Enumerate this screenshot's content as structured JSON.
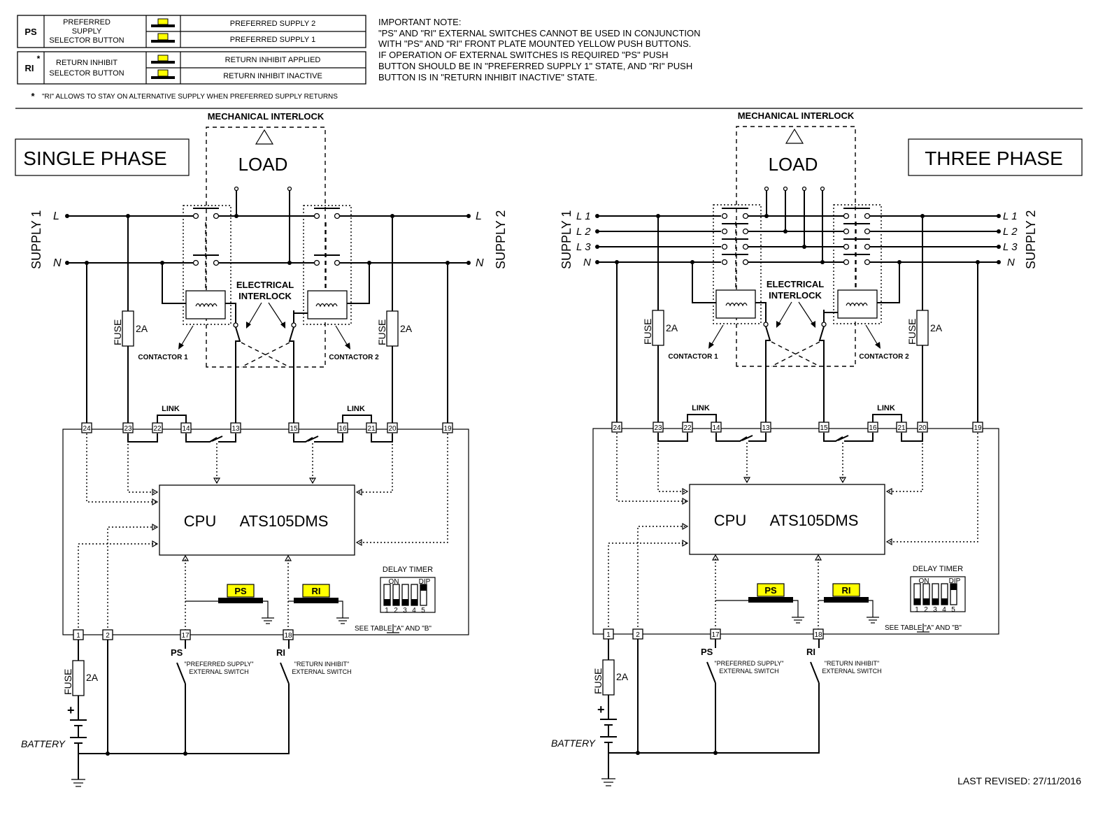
{
  "legend": {
    "ps": {
      "code": "PS",
      "label_lines": [
        "PREFERRED",
        "SUPPLY",
        "SELECTOR BUTTON"
      ],
      "state_a": "PREFERRED SUPPLY 2",
      "state_b": "PREFERRED SUPPLY 1"
    },
    "ri": {
      "code": "RI",
      "star": "*",
      "label_lines": [
        "RETURN INHIBIT",
        "SELECTOR BUTTON"
      ],
      "state_a": "RETURN INHIBIT APPLIED",
      "state_b": "RETURN INHIBIT INACTIVE"
    },
    "footnote_star": "*",
    "footnote": "\"RI\" ALLOWS TO STAY ON ALTERNATIVE SUPPLY WHEN PREFERRED SUPPLY RETURNS"
  },
  "note": {
    "title": "IMPORTANT NOTE:",
    "lines": [
      "\"PS\" AND \"RI\" EXTERNAL SWITCHES CANNOT BE USED IN CONJUNCTION",
      "WITH \"PS\" AND \"RI\" FRONT PLATE MOUNTED YELLOW PUSH BUTTONS.",
      "IF OPERATION OF EXTERNAL SWITCHES IS REQUIRED \"PS\" PUSH",
      "BUTTON SHOULD BE IN \"PREFERRED SUPPLY 1\" STATE, AND \"RI\" PUSH",
      "BUTTON IS IN \"RETURN INHIBIT INACTIVE\" STATE."
    ]
  },
  "common": {
    "mechanical_interlock": "MECHANICAL INTERLOCK",
    "load": "LOAD",
    "electrical_interlock": [
      "ELECTRICAL",
      "INTERLOCK"
    ],
    "contactor1": "CONTACTOR 1",
    "contactor2": "CONTACTOR 2",
    "fuse": "FUSE",
    "fuse_rating": "2A",
    "link": "LINK",
    "cpu": "CPU",
    "model": "ATS105DMS",
    "delay_timer": "DELAY TIMER",
    "dip_on": "ON",
    "dip_dip": "DIP",
    "dip_numbers": [
      "1",
      "2",
      "3",
      "4",
      "5"
    ],
    "see_table": "SEE TABLE \"A\" AND \"B\"",
    "ps_button": "PS",
    "ri_button": "RI",
    "ps_switch_label": "PS",
    "ri_switch_label": "RI",
    "ps_switch_desc": [
      "\"PREFERRED SUPPLY\"",
      "EXTERNAL SWITCH"
    ],
    "ri_switch_desc": [
      "\"RETURN INHIBIT\"",
      "EXTERNAL SWITCH"
    ],
    "battery": "BATTERY",
    "plus": "+",
    "supply1": "SUPPLY 1",
    "supply2": "SUPPLY 2",
    "terminals": {
      "t24": "24",
      "t23": "23",
      "t22": "22",
      "t14": "14",
      "t13": "13",
      "t15": "15",
      "t16": "16",
      "t21": "21",
      "t20": "20",
      "t19": "19",
      "t1": "1",
      "t2": "2",
      "t17": "17",
      "t18": "18"
    }
  },
  "single": {
    "title": "SINGLE PHASE",
    "lines_left": [
      "L",
      "N"
    ],
    "lines_right": [
      "L",
      "N"
    ]
  },
  "three": {
    "title": "THREE PHASE",
    "lines_left": [
      "L 1",
      "L 2",
      "L 3",
      "N"
    ],
    "lines_right": [
      "L 1",
      "L 2",
      "L 3",
      "N"
    ]
  },
  "colors": {
    "button_yellow": "#ffff00",
    "line": "#000000"
  },
  "last_revised": "LAST REVISED: 27/11/2016"
}
